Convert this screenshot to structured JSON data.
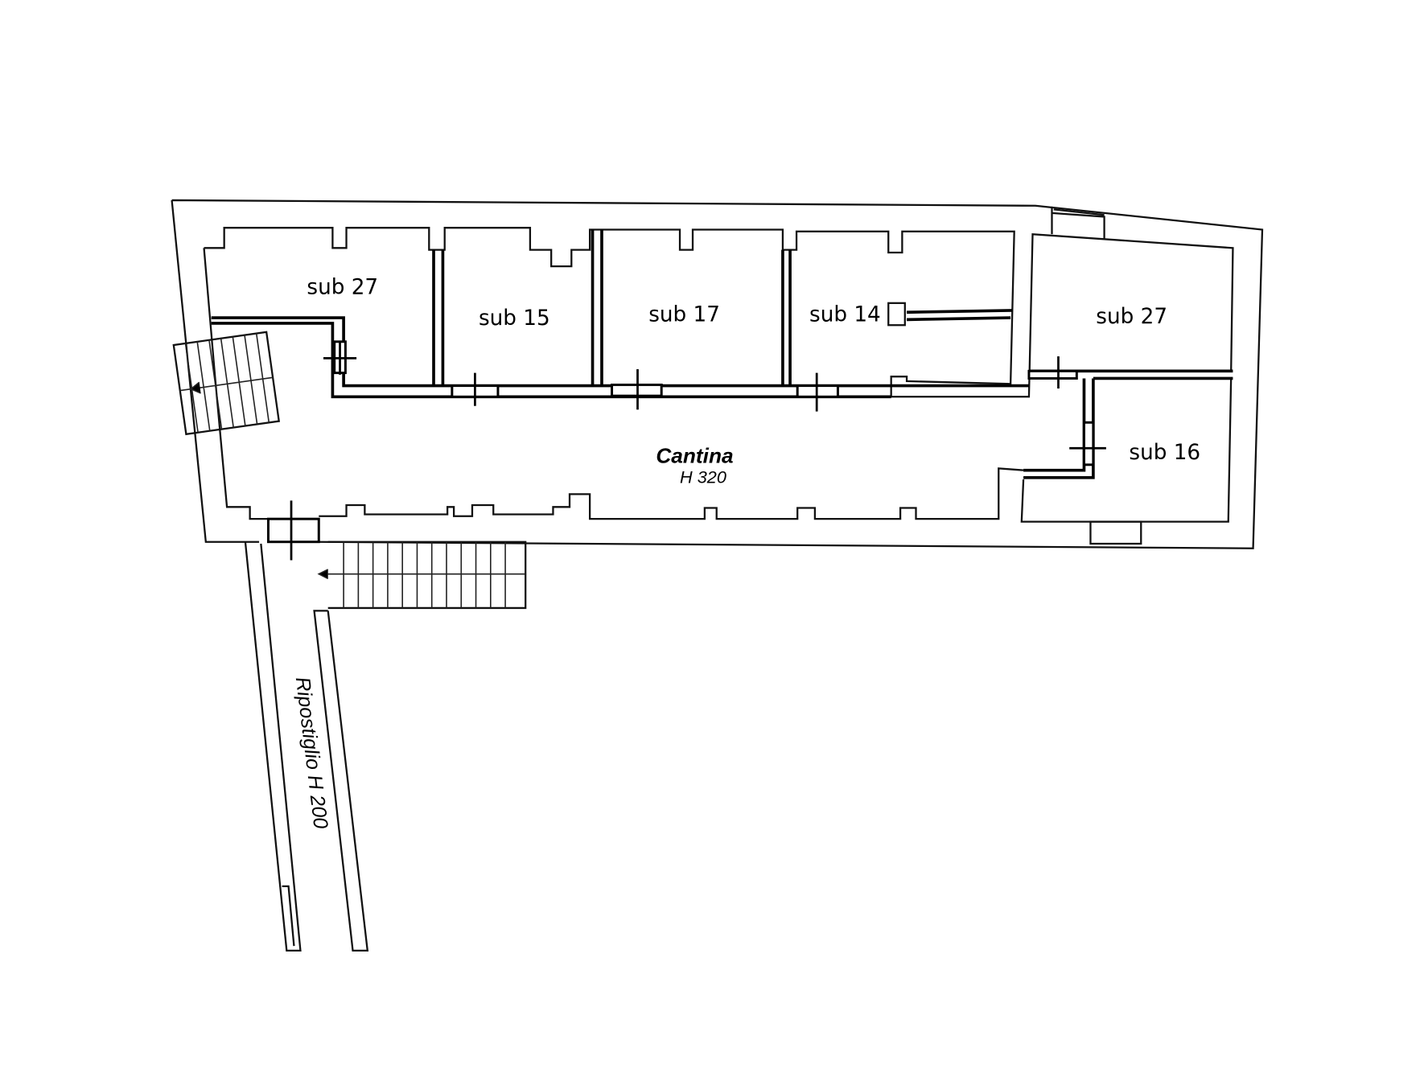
{
  "plan": {
    "rooms": [
      {
        "label": "sub 27"
      },
      {
        "label": "sub 15"
      },
      {
        "label": "sub 17"
      },
      {
        "label": "sub 14"
      },
      {
        "label": "sub 27"
      },
      {
        "label": "sub 16"
      }
    ],
    "cantina": {
      "name": "Cantina",
      "height": "H 320"
    },
    "ripostiglio": {
      "label": "Ripostiglio H 200"
    }
  }
}
